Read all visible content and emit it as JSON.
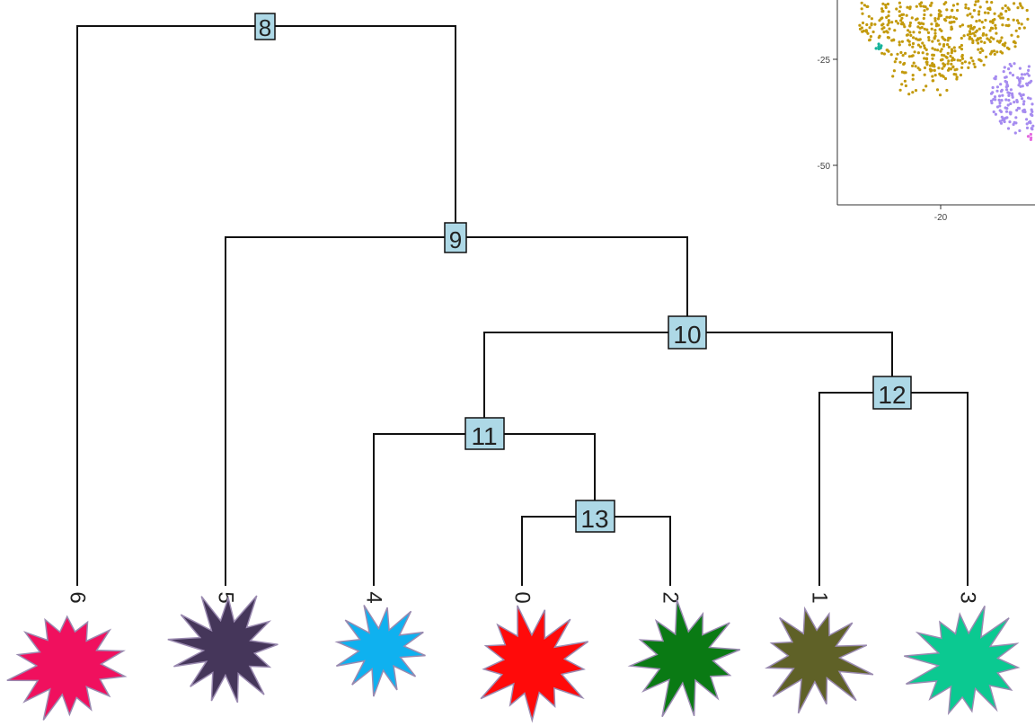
{
  "dendrogram": {
    "internal_nodes": [
      {
        "id": "n8",
        "label": "8"
      },
      {
        "id": "n9",
        "label": "9"
      },
      {
        "id": "n10",
        "label": "10"
      },
      {
        "id": "n11",
        "label": "11"
      },
      {
        "id": "n12",
        "label": "12"
      },
      {
        "id": "n13",
        "label": "13"
      }
    ],
    "edges": [
      [
        "n8",
        "L6"
      ],
      [
        "n8",
        "n9"
      ],
      [
        "n9",
        "L5"
      ],
      [
        "n9",
        "n10"
      ],
      [
        "n10",
        "n11"
      ],
      [
        "n10",
        "n12"
      ],
      [
        "n11",
        "L4"
      ],
      [
        "n11",
        "n13"
      ],
      [
        "n13",
        "L0"
      ],
      [
        "n13",
        "L2"
      ],
      [
        "n12",
        "L1"
      ],
      [
        "n12",
        "L3"
      ]
    ],
    "leaves": [
      {
        "id": "L6",
        "label": "6",
        "color": "#f0105e"
      },
      {
        "id": "L5",
        "label": "5",
        "color": "#45365a"
      },
      {
        "id": "L4",
        "label": "4",
        "color": "#0fb1ef"
      },
      {
        "id": "L0",
        "label": "0",
        "color": "#ff0a0a"
      },
      {
        "id": "L2",
        "label": "2",
        "color": "#0a7a14"
      },
      {
        "id": "L1",
        "label": "1",
        "color": "#5f6127"
      },
      {
        "id": "L3",
        "label": "3",
        "color": "#0bc991"
      }
    ],
    "node_fill": "#add8e6"
  },
  "inset_plot": {
    "y_ticks": [
      "-25",
      "-50"
    ],
    "x_ticks": [
      "-20"
    ],
    "clusters": [
      {
        "color": "#c39a0d"
      },
      {
        "color": "#a68cf0"
      },
      {
        "color": "#15b39a"
      },
      {
        "color": "#e46be0"
      }
    ]
  }
}
